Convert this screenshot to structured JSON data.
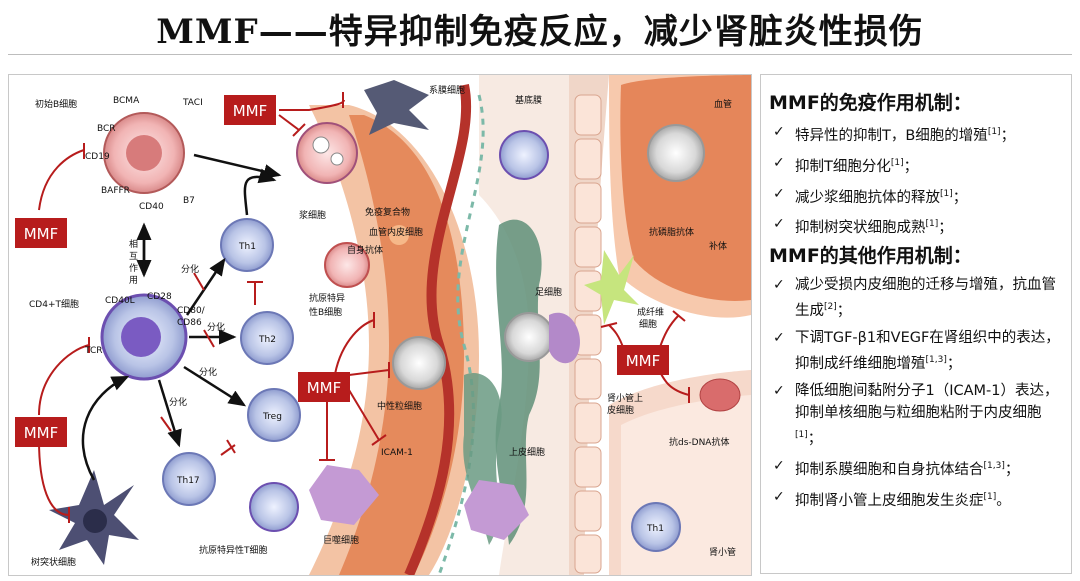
{
  "title": "MMF——特异抑制免疫反应，减少肾脏炎性损伤",
  "diagram": {
    "mmf_label": "MMF",
    "labels": {
      "naive_b": "初始B细胞",
      "bcma": "BCMA",
      "taci": "TACI",
      "bcr": "BCR",
      "cd19": "CD19",
      "baffr": "BAFFR",
      "cd40": "CD40",
      "b7": "B7",
      "plasma": "浆细胞",
      "mesangial": "系膜细胞",
      "basement": "基底膜",
      "vessel": "血管",
      "immune_complex": "免疫复合物",
      "endothelial": "血管内皮细胞",
      "autoantibody": "自身抗体",
      "antiphospholipid": "抗磷脂抗体",
      "complement": "补体",
      "interact_1": "相",
      "interact_2": "互",
      "interact_3": "作",
      "interact_4": "用",
      "th1": "Th1",
      "th2": "Th2",
      "treg": "Treg",
      "th17": "Th17",
      "diff": "分化",
      "cd4t": "CD4+T细胞",
      "cd40l": "CD40L",
      "cd28": "CD28",
      "cd80": "CD80/",
      "cd86": "CD86",
      "tcr": "TCR",
      "ag_b_1": "抗原特异",
      "ag_b_2": "性B细胞",
      "podocyte": "足细胞",
      "fibroblast_1": "成纤维",
      "fibroblast_2": "细胞",
      "neutrophil": "中性粒细胞",
      "icam": "ICAM-1",
      "tubular_1": "肾小管上",
      "tubular_2": "皮细胞",
      "anti_dsdna": "抗ds-DNA抗体",
      "epithelial": "上皮细胞",
      "macrophage": "巨噬细胞",
      "dendritic": "树突状细胞",
      "ag_t": "抗原特异性T细胞",
      "tubule": "肾小管",
      "th1_tubule": "Th1"
    }
  },
  "panel": {
    "section1": "MMF的免疫作用机制：",
    "items1": [
      {
        "text": "特异性的抑制T，B细胞的增殖",
        "ref": "[1]",
        "end": "；"
      },
      {
        "text": "抑制T细胞分化",
        "ref": "[1]",
        "end": "；"
      },
      {
        "text": "减少浆细胞抗体的释放",
        "ref": "[1]",
        "end": "；"
      },
      {
        "text": "抑制树突状细胞成熟",
        "ref": "[1]",
        "end": "；"
      }
    ],
    "section2": "MMF的其他作用机制：",
    "items2": [
      {
        "text": "减少受损内皮细胞的迁移与增殖，抗血管生成",
        "ref": "[2]",
        "end": "；"
      },
      {
        "text": "下调TGF-β1和VEGF在肾组织中的表达，抑制成纤维细胞增殖",
        "ref": "[1,3]",
        "end": "；"
      },
      {
        "text": "降低细胞间黏附分子1（ICAM-1）表达，抑制单核细胞与粒细胞粘附于内皮细胞",
        "ref": "[1]",
        "end": "；"
      },
      {
        "text": "抑制系膜细胞和自身抗体结合",
        "ref": "[1,3]",
        "end": "；"
      },
      {
        "text": "抑制肾小管上皮细胞发生炎症",
        "ref": "[1]",
        "end": "。"
      }
    ],
    "check_glyph": "✓"
  }
}
